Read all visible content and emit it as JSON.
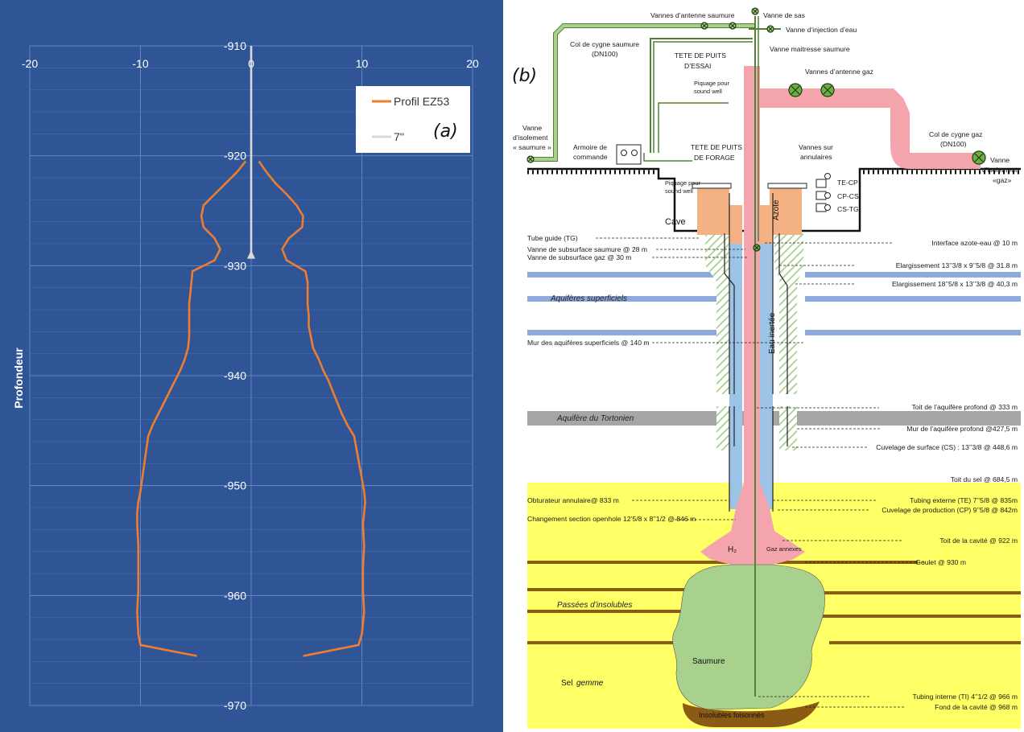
{
  "chart_data": {
    "type": "line",
    "ylabel": "Profondeur",
    "xlim": [
      -20,
      20
    ],
    "ylim": [
      -970,
      -910
    ],
    "x_ticks": [
      "-20",
      "-10",
      "0",
      "10",
      "20"
    ],
    "y_ticks": [
      "-910",
      "-920",
      "-930",
      "-940",
      "-950",
      "-960",
      "-970"
    ],
    "panel_label": "(a)",
    "colors": {
      "background": "#2F5597",
      "profile": "#ED7D31",
      "casing": "#D9D9D9",
      "grid": "#6F8FC8"
    },
    "series": [
      {
        "name": "Profil EZ53",
        "right_x": [
          0.7,
          1.4,
          2.2,
          3.2,
          4.1,
          4.7,
          4.6,
          3.4,
          2.8,
          3.2,
          4.9,
          5.1,
          5.1,
          5.1,
          5.2,
          5.2,
          5.4,
          5.6,
          6.1,
          6.5,
          7.0,
          7.4,
          7.8,
          8.2,
          8.7,
          9.3,
          10.2,
          10.3,
          10.2,
          10.1,
          10.2,
          10.1,
          10.1,
          10.2,
          10.0,
          9.7,
          4.7
        ],
        "right_y": [
          -920.5,
          -921.5,
          -922.5,
          -923.5,
          -924.5,
          -925.5,
          -926.5,
          -927.5,
          -928.5,
          -929.5,
          -930.5,
          -931.5,
          -932.5,
          -933.5,
          -934.5,
          -935.5,
          -936.5,
          -937.5,
          -938.5,
          -939.5,
          -940.5,
          -941.5,
          -942.5,
          -943.5,
          -944.5,
          -945.5,
          -950.5,
          -951.5,
          -952.5,
          -953.5,
          -955.5,
          -957.5,
          -959.5,
          -961.5,
          -963.5,
          -964.5,
          -965.5
        ],
        "left_x": [
          -0.5,
          -1.3,
          -2.3,
          -3.3,
          -4.3,
          -4.5,
          -4.3,
          -3.3,
          -2.8,
          -3.3,
          -5.3,
          -5.4,
          -5.5,
          -5.6,
          -5.6,
          -5.6,
          -5.6,
          -5.7,
          -6.0,
          -6.4,
          -6.9,
          -7.4,
          -7.9,
          -8.4,
          -8.9,
          -9.3,
          -10.0,
          -10.2,
          -10.3,
          -10.3,
          -10.2,
          -10.2,
          -10.2,
          -10.3,
          -10.2,
          -10.0,
          -4.9
        ],
        "left_y": [
          -920.5,
          -921.5,
          -922.5,
          -923.5,
          -924.5,
          -925.5,
          -926.5,
          -927.5,
          -928.5,
          -929.5,
          -930.5,
          -931.5,
          -932.5,
          -933.5,
          -934.5,
          -935.5,
          -936.5,
          -937.5,
          -938.5,
          -939.5,
          -940.5,
          -941.5,
          -942.5,
          -943.5,
          -944.5,
          -945.5,
          -950.5,
          -951.5,
          -952.5,
          -953.5,
          -955.5,
          -957.5,
          -959.5,
          -961.5,
          -963.5,
          -964.5,
          -965.5
        ]
      },
      {
        "name": "7''",
        "x": [
          0,
          0
        ],
        "y": [
          -910,
          -929
        ]
      }
    ]
  },
  "diagram": {
    "panel_label": "(b)",
    "top": {
      "vanne_de_sas": "Vanne de sas",
      "vannes_antenne_saumure": "Vannes d’antenne saumure",
      "vanne_injection_eau": "Vanne d’injection d’eau",
      "vanne_maitresse_saumure": "Vanne maitresse saumure",
      "col_cygne_saumure_1": "Col de cygne saumure",
      "col_cygne_saumure_2": "(DN100)",
      "tete_essai_1": "TETE DE PUITS",
      "tete_essai_2": "D’ESSAI",
      "piquage_1": "Piquage pour",
      "piquage_2": "sound well",
      "vannes_antenne_gaz": "Vannes d’antenne gaz",
      "vanne_iso_saumure_1": "Vanne",
      "vanne_iso_saumure_2": "d’isolement",
      "vanne_iso_saumure_3": "« saumure »",
      "armoire_1": "Armoire de",
      "armoire_2": "commande",
      "tete_forage_1": "TETE DE PUITS",
      "tete_forage_2": "DE FORAGE",
      "vannes_annulaires_1": "Vannes sur",
      "vannes_annulaires_2": "annulaires",
      "col_cygne_gaz_1": "Col de cygne gaz",
      "col_cygne_gaz_2": "(DN100)",
      "vanne_iso_gaz_1": "Vanne",
      "vanne_iso_gaz_2": "d’isolement",
      "vanne_iso_gaz_3": "«gaz»",
      "te_cp": "TE-CP",
      "cp_cs": "CP-CS",
      "cs_tg": "CS-TG",
      "cave": "Cave",
      "azote": "Azote",
      "eau_inertee": "Eau inertée"
    },
    "left_labels": {
      "tube_guide": "Tube guide (TG)",
      "vanne_sub_saumure": "Vanne de subsurface saumure @ 28 m",
      "vanne_sub_gaz": "Vanne de subsurface gaz @ 30 m",
      "aquiferes_sup": "Aquifères superficiels",
      "mur_aquiferes": "Mur des aquifères superficiels @ 140 m",
      "aquifere_tortonien": "Aquifère du Tortonien",
      "obturateur": "Obturateur annulaire@ 833 m",
      "changement_section": "Changement section openhole 12’5/8 x 8’’1/2 @ 846 m",
      "passees": "Passées d’insolubles",
      "sel_gemme_1": "Sel",
      "sel_gemme_2": "gemme",
      "h2": "H₂",
      "gaz_annexes": "Gaz annexes",
      "saumure": "Saumure",
      "insolubles": "Insolubles foisonnés"
    },
    "right_labels": {
      "interface": "Interface azote-eau @ 10 m",
      "elargissement_1": "Elargissement 13’’3/8 x 9’’5/8 @ 31.8 m",
      "elargissement_2": "Elargissement 18’’5/8 x 13’’3/8 @ 40,3 m",
      "toit_aquifere_profond": "Toit de l’aquifère profond @ 333 m",
      "mur_aquifere_profond": "Mur de l’aquifère profond @427,5 m",
      "cuvelage_surface": "Cuvelage de surface (CS) : 13’’3/8 @ 448,6 m",
      "toit_sel": "Toit du sel @ 684,5 m",
      "tubing_externe": "Tubing externe (TE) 7’’5/8 @ 835m",
      "cuvelage_production": "Cuvelage de production (CP) 9’’5/8 @ 842m",
      "toit_cavite": "Toit de la cavité @ 922 m",
      "goulet": "Goulet @ 930 m",
      "tubing_interne": "Tubing interne (TI) 4’’1/2 @ 966 m",
      "fond_cavite": "Fond de la cavité @ 968 m"
    }
  }
}
